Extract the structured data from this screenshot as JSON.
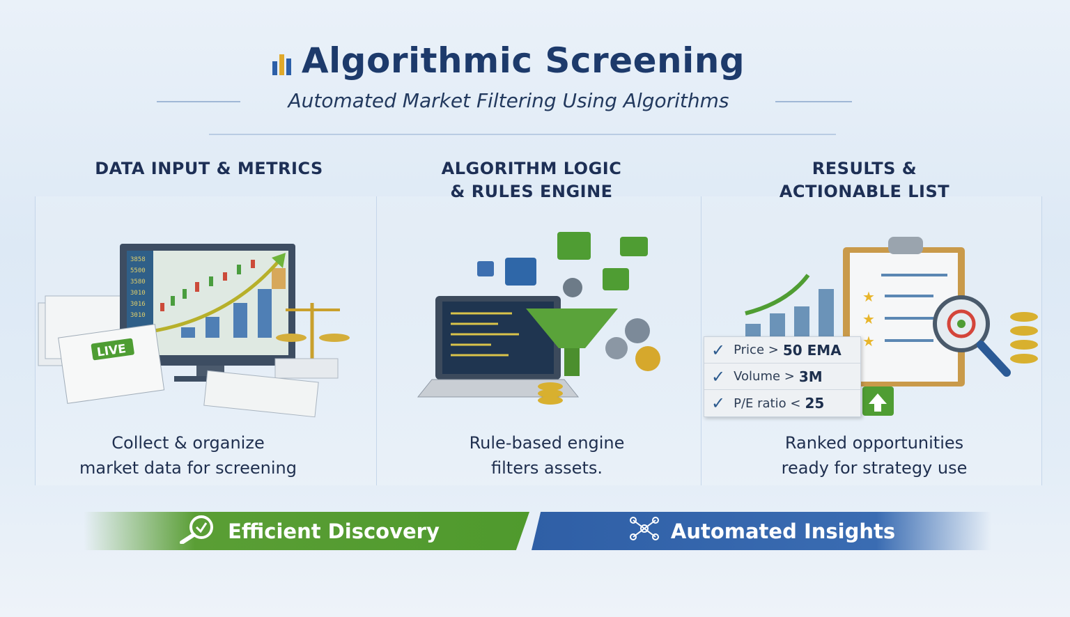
{
  "header": {
    "title": "Algorithmic Screening",
    "subtitle": "Automated Market Filtering Using Algorithms"
  },
  "columns": [
    {
      "heading_line1": "DATA INPUT & METRICS",
      "heading_line2": "",
      "caption_line1": "Collect & organize",
      "caption_line2": "market data for screening",
      "badge": "LIVE"
    },
    {
      "heading_line1": "ALGORITHM LOGIC",
      "heading_line2": "& RULES ENGINE",
      "caption_line1": "Rule-based engine",
      "caption_line2": "filters assets."
    },
    {
      "heading_line1": "RESULTS &",
      "heading_line2": "ACTIONABLE LIST",
      "caption_line1": "Ranked opportunities",
      "caption_line2": "ready for strategy use",
      "criteria": [
        {
          "label": "Price >",
          "value": "50 EMA"
        },
        {
          "label": "Volume >",
          "value": "3M"
        },
        {
          "label": "P/E ratio <",
          "value": "25"
        }
      ]
    }
  ],
  "banners": [
    {
      "label": "Efficient Discovery",
      "icon": "magnifier-icon",
      "color": "#4f9a2d"
    },
    {
      "label": "Automated Insights",
      "icon": "network-icon",
      "color": "#2f5fa6"
    }
  ]
}
